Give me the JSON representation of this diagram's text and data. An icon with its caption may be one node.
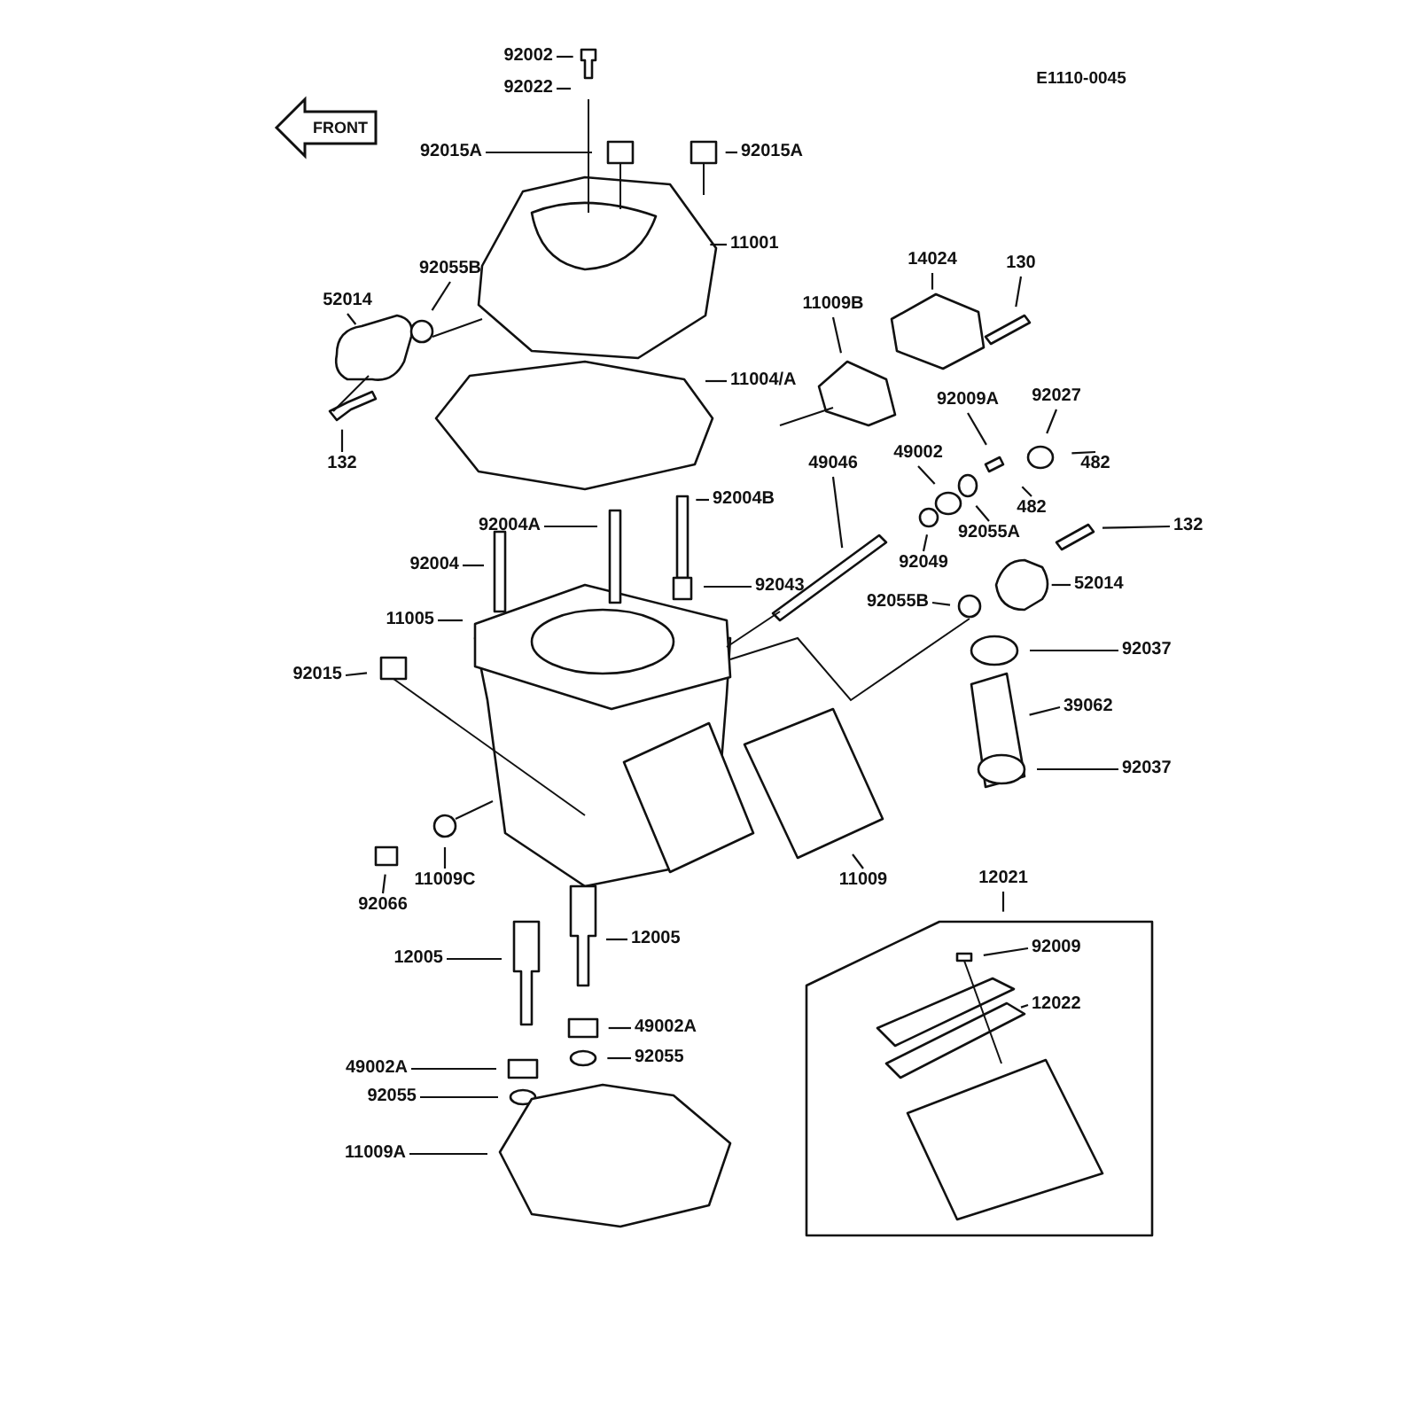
{
  "diagram": {
    "nodes": [
      {
        "text": [
          "92002"
        ]
      },
      {
        "text": [
          "92022"
        ]
      },
      {
        "text": [
          "92015A"
        ]
      },
      {
        "text": [
          "92015A"
        ]
      },
      {
        "text": [
          "11001"
        ]
      },
      {
        "text": [
          "52014"
        ]
      },
      {
        "text": [
          "92055B"
        ]
      },
      {
        "text": [
          "11009B"
        ]
      },
      {
        "text": [
          "14024"
        ]
      },
      {
        "text": [
          "130"
        ]
      },
      {
        "text": [
          "11004/A"
        ]
      },
      {
        "text": [
          "92009A"
        ]
      },
      {
        "text": [
          "92027"
        ]
      },
      {
        "text": [
          "482"
        ]
      },
      {
        "text": [
          "482"
        ]
      },
      {
        "text": [
          "49002"
        ]
      },
      {
        "text": [
          "92055A"
        ]
      },
      {
        "text": [
          "49046"
        ]
      },
      {
        "text": [
          "92049"
        ]
      },
      {
        "text": [
          "132"
        ]
      },
      {
        "text": [
          "52014"
        ]
      },
      {
        "text": [
          "92055B"
        ]
      },
      {
        "text": [
          "92037"
        ]
      },
      {
        "text": [
          "39062"
        ]
      },
      {
        "text": [
          "92037"
        ]
      },
      {
        "text": [
          "132"
        ]
      },
      {
        "text": [
          "92004"
        ]
      },
      {
        "text": [
          "92004A"
        ]
      },
      {
        "text": [
          "92004B"
        ]
      },
      {
        "text": [
          "92043"
        ]
      },
      {
        "text": [
          "11005"
        ]
      },
      {
        "text": [
          "92015"
        ]
      },
      {
        "text": [
          "11009C"
        ]
      },
      {
        "text": [
          "92066"
        ]
      },
      {
        "text": [
          "11009"
        ]
      },
      {
        "text": [
          "12021"
        ]
      },
      {
        "text": [
          "92009"
        ]
      },
      {
        "text": [
          "12022"
        ]
      },
      {
        "text": [
          "12005"
        ]
      },
      {
        "text": [
          "12005"
        ]
      },
      {
        "text": [
          "49002A"
        ]
      },
      {
        "text": [
          "92055"
        ]
      },
      {
        "text": [
          "49002A"
        ]
      },
      {
        "text": [
          "92055"
        ]
      },
      {
        "text": [
          "11009A"
        ]
      }
    ],
    "edges": [
      {
        "from": 0,
        "to": null,
        "arrow": "none"
      },
      {
        "from": 1,
        "to": null,
        "arrow": "none"
      },
      {
        "from": 2,
        "to": null,
        "arrow": "none"
      },
      {
        "from": 3,
        "to": null,
        "arrow": "none"
      },
      {
        "from": 4,
        "to": null,
        "arrow": "none"
      },
      {
        "from": 5,
        "to": null,
        "arrow": "none"
      },
      {
        "from": 6,
        "to": null,
        "arrow": "none"
      },
      {
        "from": 7,
        "to": null,
        "arrow": "none"
      },
      {
        "from": 8,
        "to": null,
        "arrow": "none"
      },
      {
        "from": 9,
        "to": null,
        "arrow": "none"
      },
      {
        "from": 10,
        "to": null,
        "arrow": "none"
      },
      {
        "from": 11,
        "to": null,
        "arrow": "none"
      },
      {
        "from": 12,
        "to": null,
        "arrow": "none"
      },
      {
        "from": 13,
        "to": null,
        "arrow": "none"
      },
      {
        "from": 14,
        "to": null,
        "arrow": "none"
      },
      {
        "from": 15,
        "to": null,
        "arrow": "none"
      },
      {
        "from": 16,
        "to": null,
        "arrow": "none"
      },
      {
        "from": 17,
        "to": null,
        "arrow": "none"
      },
      {
        "from": 18,
        "to": null,
        "arrow": "none"
      },
      {
        "from": 19,
        "to": null,
        "arrow": "none"
      },
      {
        "from": 20,
        "to": null,
        "arrow": "none"
      },
      {
        "from": 21,
        "to": null,
        "arrow": "none"
      },
      {
        "from": 22,
        "to": null,
        "arrow": "none"
      },
      {
        "from": 23,
        "to": null,
        "arrow": "none"
      },
      {
        "from": 24,
        "to": null,
        "arrow": "none"
      },
      {
        "from": 25,
        "to": null,
        "arrow": "none"
      },
      {
        "from": 26,
        "to": null,
        "arrow": "none"
      },
      {
        "from": 27,
        "to": null,
        "arrow": "none"
      },
      {
        "from": 28,
        "to": null,
        "arrow": "none"
      },
      {
        "from": 29,
        "to": null,
        "arrow": "none"
      },
      {
        "from": 30,
        "to": null,
        "arrow": "none"
      },
      {
        "from": 31,
        "to": null,
        "arrow": "none"
      },
      {
        "from": 32,
        "to": null,
        "arrow": "none"
      },
      {
        "from": 33,
        "to": null,
        "arrow": "none"
      },
      {
        "from": 34,
        "to": null,
        "arrow": "none"
      },
      {
        "from": 35,
        "to": null,
        "arrow": "none"
      },
      {
        "from": 36,
        "to": null,
        "arrow": "none"
      },
      {
        "from": 37,
        "to": null,
        "arrow": "none"
      },
      {
        "from": 38,
        "to": null,
        "arrow": "none"
      },
      {
        "from": 39,
        "to": null,
        "arrow": "none"
      },
      {
        "from": 40,
        "to": null,
        "arrow": "none"
      },
      {
        "from": 41,
        "to": null,
        "arrow": "none"
      },
      {
        "from": 42,
        "to": null,
        "arrow": "none"
      },
      {
        "from": 43,
        "to": null,
        "arrow": "none"
      },
      {
        "from": 44,
        "to": null,
        "arrow": "none"
      }
    ],
    "labels": [
      "FRONT",
      "E1110-0045"
    ]
  }
}
